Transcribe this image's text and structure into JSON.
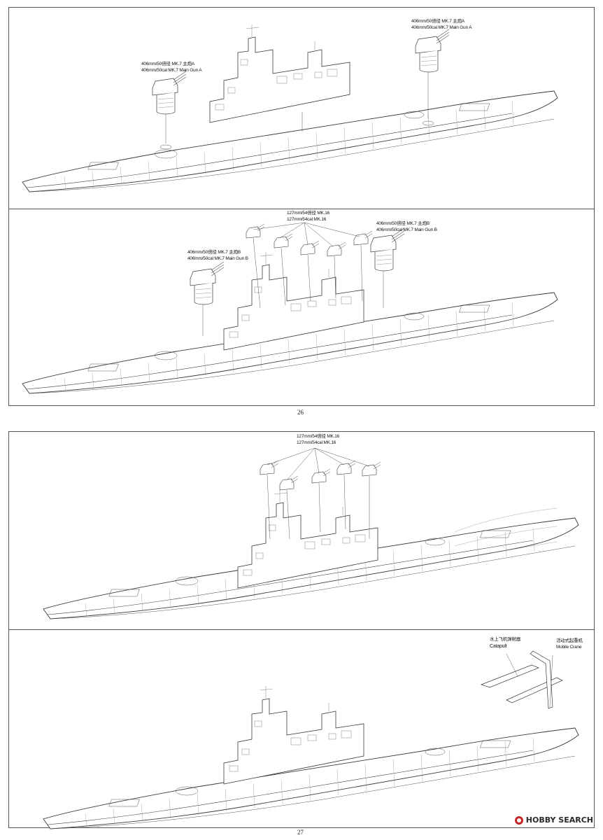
{
  "page_top": {
    "page_number": "26",
    "step1": {
      "gun_a_left_cn": "406mm/50倍径 MK.7 主炮A",
      "gun_a_left_en": "406mm/50cal MK.7 Main Gun A",
      "gun_a_right_cn": "406mm/50倍径 MK.7 主炮A",
      "gun_a_right_en": "406mm/50cal MK.7 Main Gun A"
    },
    "step2": {
      "secondary_cn": "127mm/54倍径 MK.16",
      "secondary_en": "127mm/54cal MK.16",
      "gun_b_left_cn": "406mm/50倍径 MK.7 主炮B",
      "gun_b_left_en": "406mm/50cal MK.7 Main Gun B",
      "gun_b_right_cn": "406mm/50倍径 MK.7 主炮B",
      "gun_b_right_en": "406mm/50cal MK.7 Main Gun B"
    }
  },
  "page_bottom": {
    "page_number": "27",
    "step3": {
      "secondary_cn": "127mm/54倍径 MK.16",
      "secondary_en": "127mm/54cal MK.16"
    },
    "step4": {
      "catapult_cn": "水上飞机弹射器",
      "catapult_en": "Catapult",
      "crane_cn": "活动式起重机",
      "crane_en": "Mobile Crane"
    }
  },
  "watermark": {
    "brand": "HOBBY SEARCH"
  },
  "colors": {
    "line": "#3a3a3a",
    "border": "#555555",
    "background": "#ffffff",
    "logo": "#c62828"
  }
}
